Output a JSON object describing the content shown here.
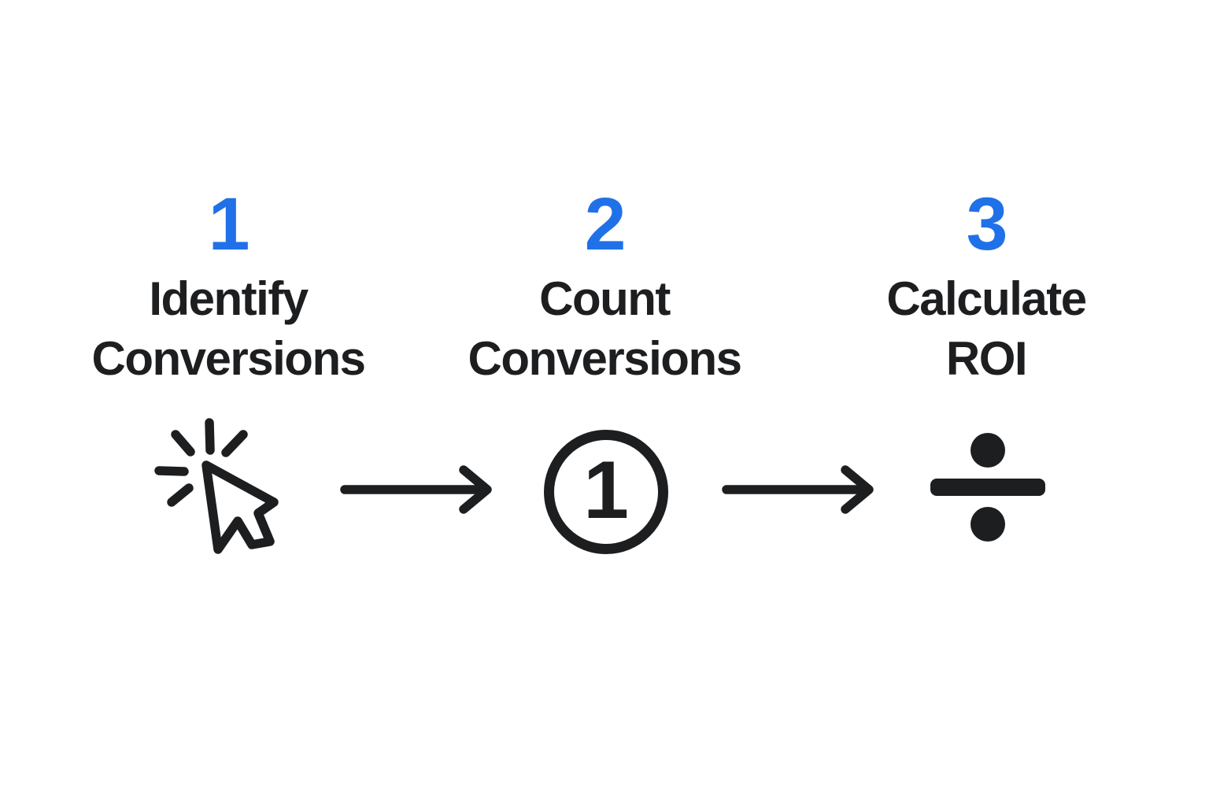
{
  "diagram": {
    "background_color": "#ffffff",
    "accent_color": "#2071e8",
    "ink_color": "#1d1e20",
    "steps": [
      {
        "number": "1",
        "title_lines": [
          "Identify",
          "Conversions"
        ],
        "icon": "cursor-click-icon"
      },
      {
        "number": "2",
        "title_lines": [
          "Count",
          "Conversions"
        ],
        "icon": "circled-one-icon",
        "badge_digit": "1"
      },
      {
        "number": "3",
        "title_lines": [
          "Calculate",
          "ROI"
        ],
        "icon": "division-icon"
      }
    ],
    "connectors": [
      {
        "type": "arrow-right"
      },
      {
        "type": "arrow-right"
      }
    ]
  }
}
